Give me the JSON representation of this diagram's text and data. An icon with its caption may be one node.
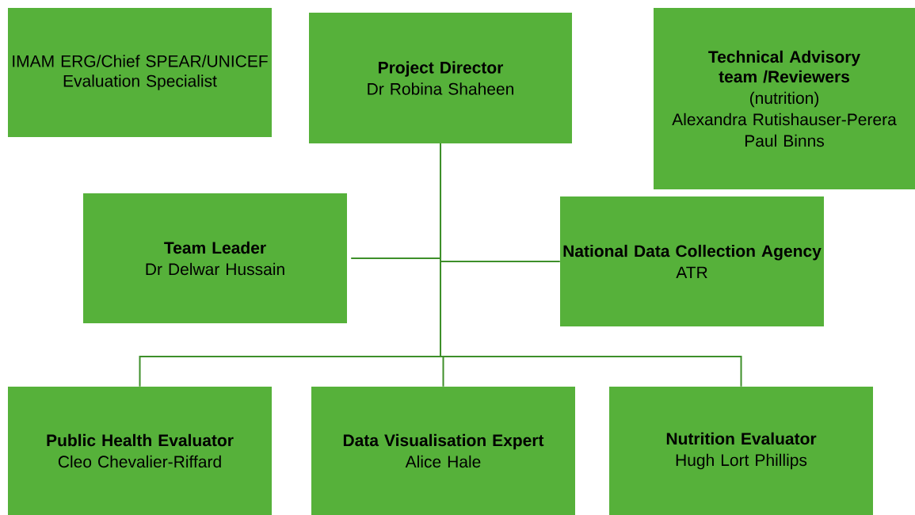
{
  "diagram": {
    "nodes": [
      {
        "text": [
          "IMAM ERG/Chief SPEAR/UNICEF Evaluation Specialist"
        ]
      },
      {
        "text": [
          "Project Director",
          "Dr Robina Shaheen"
        ]
      },
      {
        "text": [
          "Technical Advisory team /Reviewers",
          "(nutrition)",
          "Alexandra Rutishauser-Perera",
          "Paul Binns"
        ]
      },
      {
        "text": [
          "Team Leader",
          "Dr Delwar Hussain"
        ]
      },
      {
        "text": [
          "National Data Collection Agency",
          "ATR"
        ]
      },
      {
        "text": [
          "Public Health Evaluator",
          "Cleo Chevalier-Riffard"
        ]
      },
      {
        "text": [
          "Data Visualisation Expert",
          "Alice Hale"
        ]
      },
      {
        "text": [
          "Nutrition Evaluator",
          "Hugh Lort Phillips"
        ]
      }
    ],
    "edges": [
      {
        "from": 1,
        "to": 3,
        "arrow": "none"
      },
      {
        "from": 1,
        "to": 4,
        "arrow": "none"
      },
      {
        "from": 1,
        "to": 5,
        "arrow": "none"
      },
      {
        "from": 1,
        "to": 6,
        "arrow": "none"
      },
      {
        "from": 1,
        "to": 7,
        "arrow": "none"
      }
    ]
  }
}
